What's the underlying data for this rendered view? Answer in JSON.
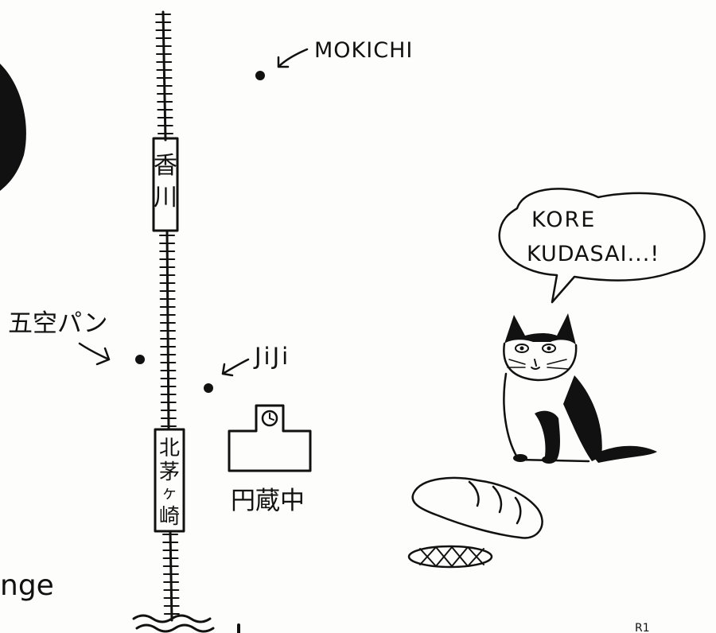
{
  "map": {
    "stations": [
      {
        "name_chars": [
          "香",
          "川"
        ]
      },
      {
        "name_chars": [
          "北",
          "茅",
          "ヶ",
          "崎"
        ]
      }
    ],
    "places": [
      {
        "label": "MOKICHI",
        "marker": "dot",
        "pointer": "arrow"
      },
      {
        "label": "五空パン",
        "marker": "dot",
        "pointer": "arrow"
      },
      {
        "label": "JiJi",
        "marker": "dot",
        "pointer": "arrow"
      },
      {
        "label": "円蔵中",
        "marker": "clock-building-icon"
      }
    ],
    "partial_text": "nge",
    "page_code": "R1"
  },
  "cat": {
    "speech_lines": [
      "KORE",
      "KUDASAI...!"
    ],
    "props": [
      "bread-loaf-icon",
      "melon-pan-icon"
    ]
  },
  "colors": {
    "ink": "#111111",
    "paper": "#fdfdfb"
  }
}
